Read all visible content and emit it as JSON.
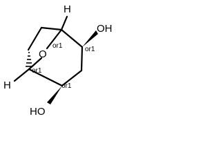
{
  "structure": {
    "labels": {
      "H_top": "H",
      "H_left": "H",
      "OH_top": "OH",
      "HO_bottom": "HO",
      "O_bridge": "O"
    },
    "stereo_flags": {
      "c1": "or1",
      "c2": "or1",
      "c5": "or1",
      "c6": "or1"
    }
  }
}
